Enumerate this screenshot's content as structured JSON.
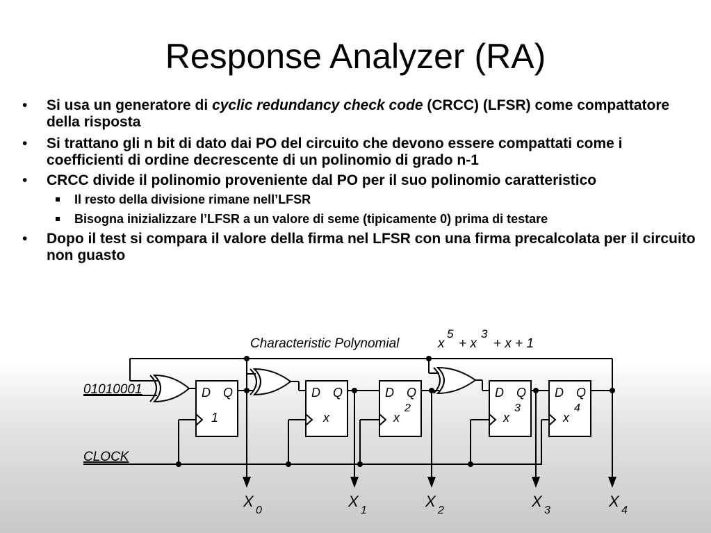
{
  "title": "Response Analyzer (RA)",
  "bullets": {
    "b1_pre": "Si usa un generatore di ",
    "b1_em": "cyclic redundancy check code",
    "b1_post": " (CRCC) (LFSR) come compattatore della risposta",
    "b2": "Si trattano gli n bit di dato dai PO del circuito che devono essere compattati come i coefficienti di ordine decrescente di un polinomio di grado n-1",
    "b3": "CRCC divide il polinomio proveniente dal PO per il suo polinomio caratteristico",
    "b3_sub1": "Il resto della divisione rimane nell’LFSR",
    "b3_sub2": "Bisogna inizializzare l’LFSR a un valore di seme (tipicamente 0) prima di testare",
    "b4": "Dopo il test si compara il valore della firma nel LFSR con una firma precalcolata per il circuito non guasto"
  },
  "diagram": {
    "char_poly_label": "Characteristic  Polynomial",
    "poly_x": "x",
    "poly_exp5": "5",
    "poly_plus_x": "+ x",
    "poly_exp3": "3",
    "poly_rest": "+ x + 1",
    "input_bits": "01010001",
    "clock_label": "CLOCK",
    "ff_d": "D",
    "ff_q": "Q",
    "ff_terms": [
      "1",
      "x",
      "x",
      "x",
      "x"
    ],
    "ff_exps": [
      "",
      "",
      "2",
      "3",
      "4"
    ],
    "out_base": "X",
    "out_subs": [
      "0",
      "1",
      "2",
      "3",
      "4"
    ]
  }
}
